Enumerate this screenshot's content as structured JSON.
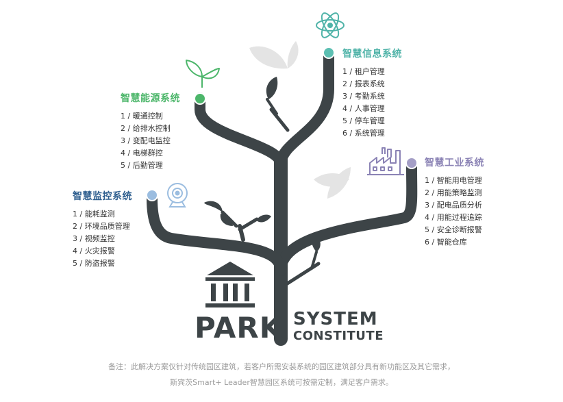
{
  "systems": {
    "info": {
      "title": "智慧信息系统",
      "color": "#4fb3a8",
      "items": [
        "1 / 租户管理",
        "2 / 报表系统",
        "3 / 考勤系统",
        "4 / 人事管理",
        "5 / 停车管理",
        "6 / 系统管理"
      ]
    },
    "energy": {
      "title": "智慧能源系统",
      "color": "#4cb66a",
      "items": [
        "1 / 暖通控制",
        "2 / 给排水控制",
        "3 / 变配电监控",
        "4 / 电梯群控",
        "5 / 后勤管理"
      ]
    },
    "industry": {
      "title": "智慧工业系统",
      "color": "#8b83b5",
      "items": [
        "1 / 智能用电管理",
        "2 / 用能策略监测",
        "3 / 配电品质分析",
        "4 / 用能过程追踪",
        "5 / 安全诊断报警",
        "6 / 智能仓库"
      ]
    },
    "monitor": {
      "title": "智慧监控系统",
      "color": "#2f5f8f",
      "items": [
        "1 / 能耗监测",
        "2 / 环境品质管理",
        "3 / 视频监控",
        "4 / 火灾报警",
        "5 / 防盗报警"
      ]
    }
  },
  "branding": {
    "park": "PARK",
    "system": "SYSTEM",
    "constitute": "CONSTITUTE"
  },
  "note": {
    "line1": "备注：此解决方案仅针对传统园区建筑，若客户所需安装系统的园区建筑部分具有新功能区及其它需求，",
    "line2": "斯宾茨Smart+ Leader智慧园区系统可按需定制，满足客户需求。"
  },
  "colors": {
    "trunk": "#3d4447",
    "leaf_gray": "#e3e3e3",
    "info_dot": "#5cbfb2",
    "energy_dot": "#4cb66a",
    "industry_dot": "#a49ec6",
    "monitor_dot": "#9bbde0"
  },
  "icons": [
    "atom-icon",
    "sprout-icon",
    "factory-icon",
    "webcam-icon",
    "museum-icon"
  ]
}
